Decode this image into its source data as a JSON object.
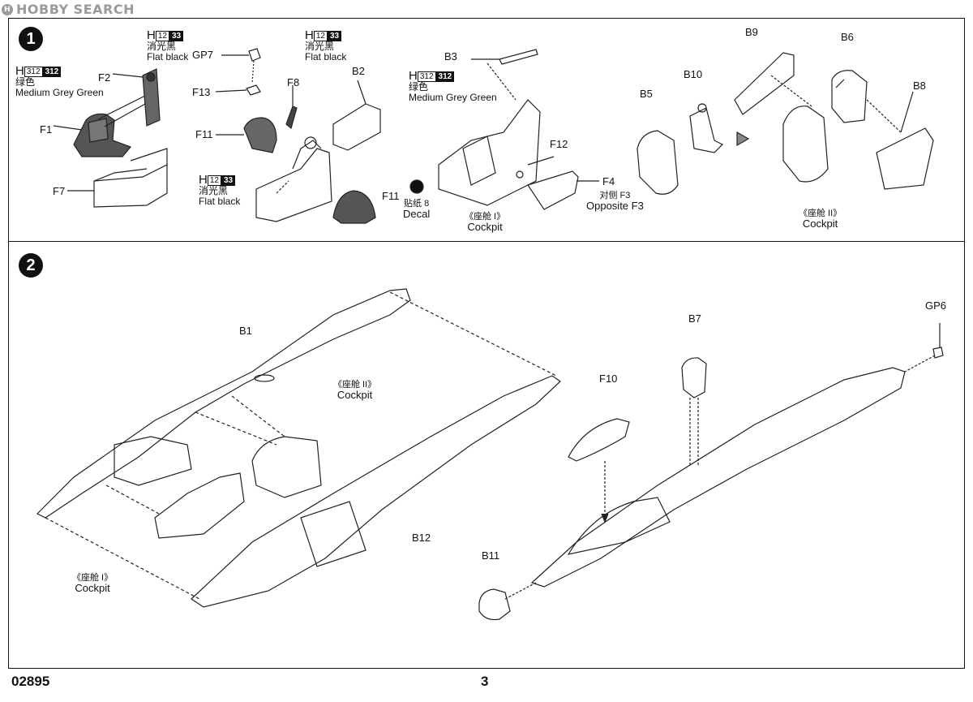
{
  "watermark": {
    "text": "HOBBY SEARCH"
  },
  "step1": {
    "number": "1",
    "paints": {
      "grey_green_left": {
        "code": "H",
        "box1": "312",
        "box2": "312",
        "cn": "绿色",
        "en": "Medium Grey Green"
      },
      "black_top1": {
        "code": "H",
        "box1": "12",
        "box2": "33",
        "cn": "消光黑",
        "en": "Flat black"
      },
      "black_top2": {
        "code": "H",
        "box1": "12",
        "box2": "33",
        "cn": "消光黑",
        "en": "Flat black"
      },
      "black_mid": {
        "code": "H",
        "box1": "12",
        "box2": "33",
        "cn": "消光黑",
        "en": "Flat black"
      },
      "grey_green_mid": {
        "code": "H",
        "box1": "312",
        "box2": "312",
        "cn": "绿色",
        "en": "Medium Grey Green"
      }
    },
    "parts": {
      "F1": "F1",
      "F2": "F2",
      "F7": "F7",
      "GP7": "GP7",
      "F13": "F13",
      "F11a": "F11",
      "F8": "F8",
      "B2": "B2",
      "F11b": "F11",
      "B3": "B3",
      "F12": "F12",
      "F4": "F4",
      "B5": "B5",
      "B10": "B10",
      "B9": "B9",
      "B6": "B6",
      "B8": "B8"
    },
    "decal": {
      "cn": "贴纸 8",
      "en": "Decal"
    },
    "opposite": {
      "cn": "对侧 F3",
      "en": "Opposite F3"
    },
    "cockpit1": {
      "cn": "《座舱 I》",
      "en": "Cockpit"
    },
    "cockpit2": {
      "cn": "《座舱 II》",
      "en": "Cockpit"
    }
  },
  "step2": {
    "number": "2",
    "parts": {
      "B1": "B1",
      "B12": "B12",
      "F10": "F10",
      "B7": "B7",
      "GP6": "GP6",
      "B11": "B11"
    },
    "cockpit2": {
      "cn": "《座舱 II》",
      "en": "Cockpit"
    },
    "cockpit1": {
      "cn": "《座舱 I》",
      "en": "Cockpit"
    }
  },
  "footer": {
    "code": "02895",
    "page": "3"
  }
}
